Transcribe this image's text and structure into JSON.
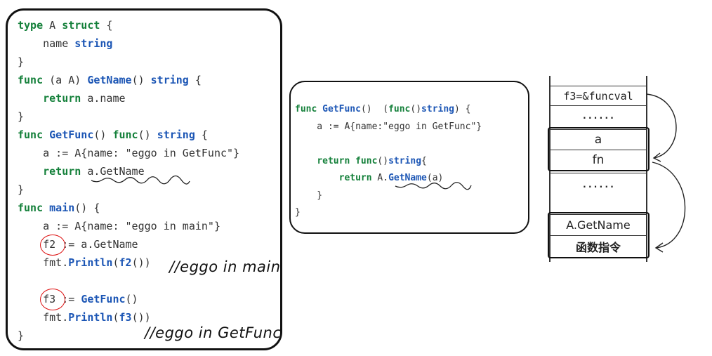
{
  "left_code": {
    "lines": [
      [
        {
          "t": "type",
          "c": "kw"
        },
        {
          "t": " A ",
          "c": "plain"
        },
        {
          "t": "struct",
          "c": "kw"
        },
        {
          "t": " {",
          "c": "plain"
        }
      ],
      [
        {
          "t": "    name ",
          "c": "plain"
        },
        {
          "t": "string",
          "c": "fn"
        }
      ],
      [
        {
          "t": "}",
          "c": "plain"
        }
      ],
      [
        {
          "t": "func",
          "c": "kw"
        },
        {
          "t": " (a A) ",
          "c": "plain"
        },
        {
          "t": "GetName",
          "c": "fn"
        },
        {
          "t": "() ",
          "c": "plain"
        },
        {
          "t": "string",
          "c": "fn"
        },
        {
          "t": " {",
          "c": "plain"
        }
      ],
      [
        {
          "t": "    ",
          "c": "plain"
        },
        {
          "t": "return",
          "c": "kw"
        },
        {
          "t": " a.name",
          "c": "plain"
        }
      ],
      [
        {
          "t": "}",
          "c": "plain"
        }
      ],
      [
        {
          "t": "func",
          "c": "kw"
        },
        {
          "t": " ",
          "c": "plain"
        },
        {
          "t": "GetFunc",
          "c": "fn"
        },
        {
          "t": "() ",
          "c": "plain"
        },
        {
          "t": "func",
          "c": "kw"
        },
        {
          "t": "() ",
          "c": "plain"
        },
        {
          "t": "string",
          "c": "fn"
        },
        {
          "t": " {",
          "c": "plain"
        }
      ],
      [
        {
          "t": "    a := A{name: \"eggo in GetFunc\"}",
          "c": "plain"
        }
      ],
      [
        {
          "t": "    ",
          "c": "plain"
        },
        {
          "t": "return",
          "c": "kw"
        },
        {
          "t": " a.GetName",
          "c": "plain"
        }
      ],
      [
        {
          "t": "}",
          "c": "plain"
        }
      ],
      [
        {
          "t": "func",
          "c": "kw"
        },
        {
          "t": " ",
          "c": "plain"
        },
        {
          "t": "main",
          "c": "fn"
        },
        {
          "t": "() {",
          "c": "plain"
        }
      ],
      [
        {
          "t": "    a := A{name: \"eggo in main\"}",
          "c": "plain"
        }
      ],
      [
        {
          "t": "    f2 := a.GetName",
          "c": "plain"
        }
      ],
      [
        {
          "t": "    fmt.",
          "c": "plain"
        },
        {
          "t": "Println",
          "c": "fn"
        },
        {
          "t": "(",
          "c": "plain"
        },
        {
          "t": "f2",
          "c": "fn"
        },
        {
          "t": "())",
          "c": "plain"
        }
      ],
      [
        {
          "t": "",
          "c": "plain"
        }
      ],
      [
        {
          "t": "    f3 := ",
          "c": "plain"
        },
        {
          "t": "GetFunc",
          "c": "fn"
        },
        {
          "t": "()",
          "c": "plain"
        }
      ],
      [
        {
          "t": "    fmt.",
          "c": "plain"
        },
        {
          "t": "Println",
          "c": "fn"
        },
        {
          "t": "(",
          "c": "plain"
        },
        {
          "t": "f3",
          "c": "fn"
        },
        {
          "t": "())",
          "c": "plain"
        }
      ],
      [
        {
          "t": "}",
          "c": "plain"
        }
      ]
    ],
    "annotation_main": "//eggo in main",
    "annotation_getfunc": "//eggo in GetFunc"
  },
  "middle_code": {
    "lines": [
      [
        {
          "t": "func",
          "c": "kw"
        },
        {
          "t": " ",
          "c": "plain"
        },
        {
          "t": "GetFunc",
          "c": "fn"
        },
        {
          "t": "()  (",
          "c": "plain"
        },
        {
          "t": "func",
          "c": "kw"
        },
        {
          "t": "()",
          "c": "plain"
        },
        {
          "t": "string",
          "c": "fn"
        },
        {
          "t": ") {",
          "c": "plain"
        }
      ],
      [
        {
          "t": "    a := A{name:\"eggo in GetFunc\"}",
          "c": "plain"
        }
      ],
      [
        {
          "t": "",
          "c": "plain"
        }
      ],
      [
        {
          "t": "    ",
          "c": "plain"
        },
        {
          "t": "return",
          "c": "kw"
        },
        {
          "t": " ",
          "c": "plain"
        },
        {
          "t": "func",
          "c": "kw"
        },
        {
          "t": "()",
          "c": "plain"
        },
        {
          "t": "string",
          "c": "fn"
        },
        {
          "t": "{",
          "c": "plain"
        }
      ],
      [
        {
          "t": "        ",
          "c": "plain"
        },
        {
          "t": "return",
          "c": "kw"
        },
        {
          "t": " A.",
          "c": "plain"
        },
        {
          "t": "GetName",
          "c": "fn"
        },
        {
          "t": "(a)",
          "c": "plain"
        }
      ],
      [
        {
          "t": "    }",
          "c": "plain"
        }
      ],
      [
        {
          "t": "}",
          "c": "plain"
        }
      ]
    ]
  },
  "stack": {
    "f3_cell": "f3=&funcval",
    "dots1": "......",
    "a_cell": "a",
    "fn_cell": "fn",
    "dots2": "......",
    "getname_cell": "A.GetName",
    "instr_cell": "函数指令"
  },
  "colors": {
    "keyword": "#14803a",
    "identifier": "#1c56b5",
    "circle": "#d11111"
  }
}
